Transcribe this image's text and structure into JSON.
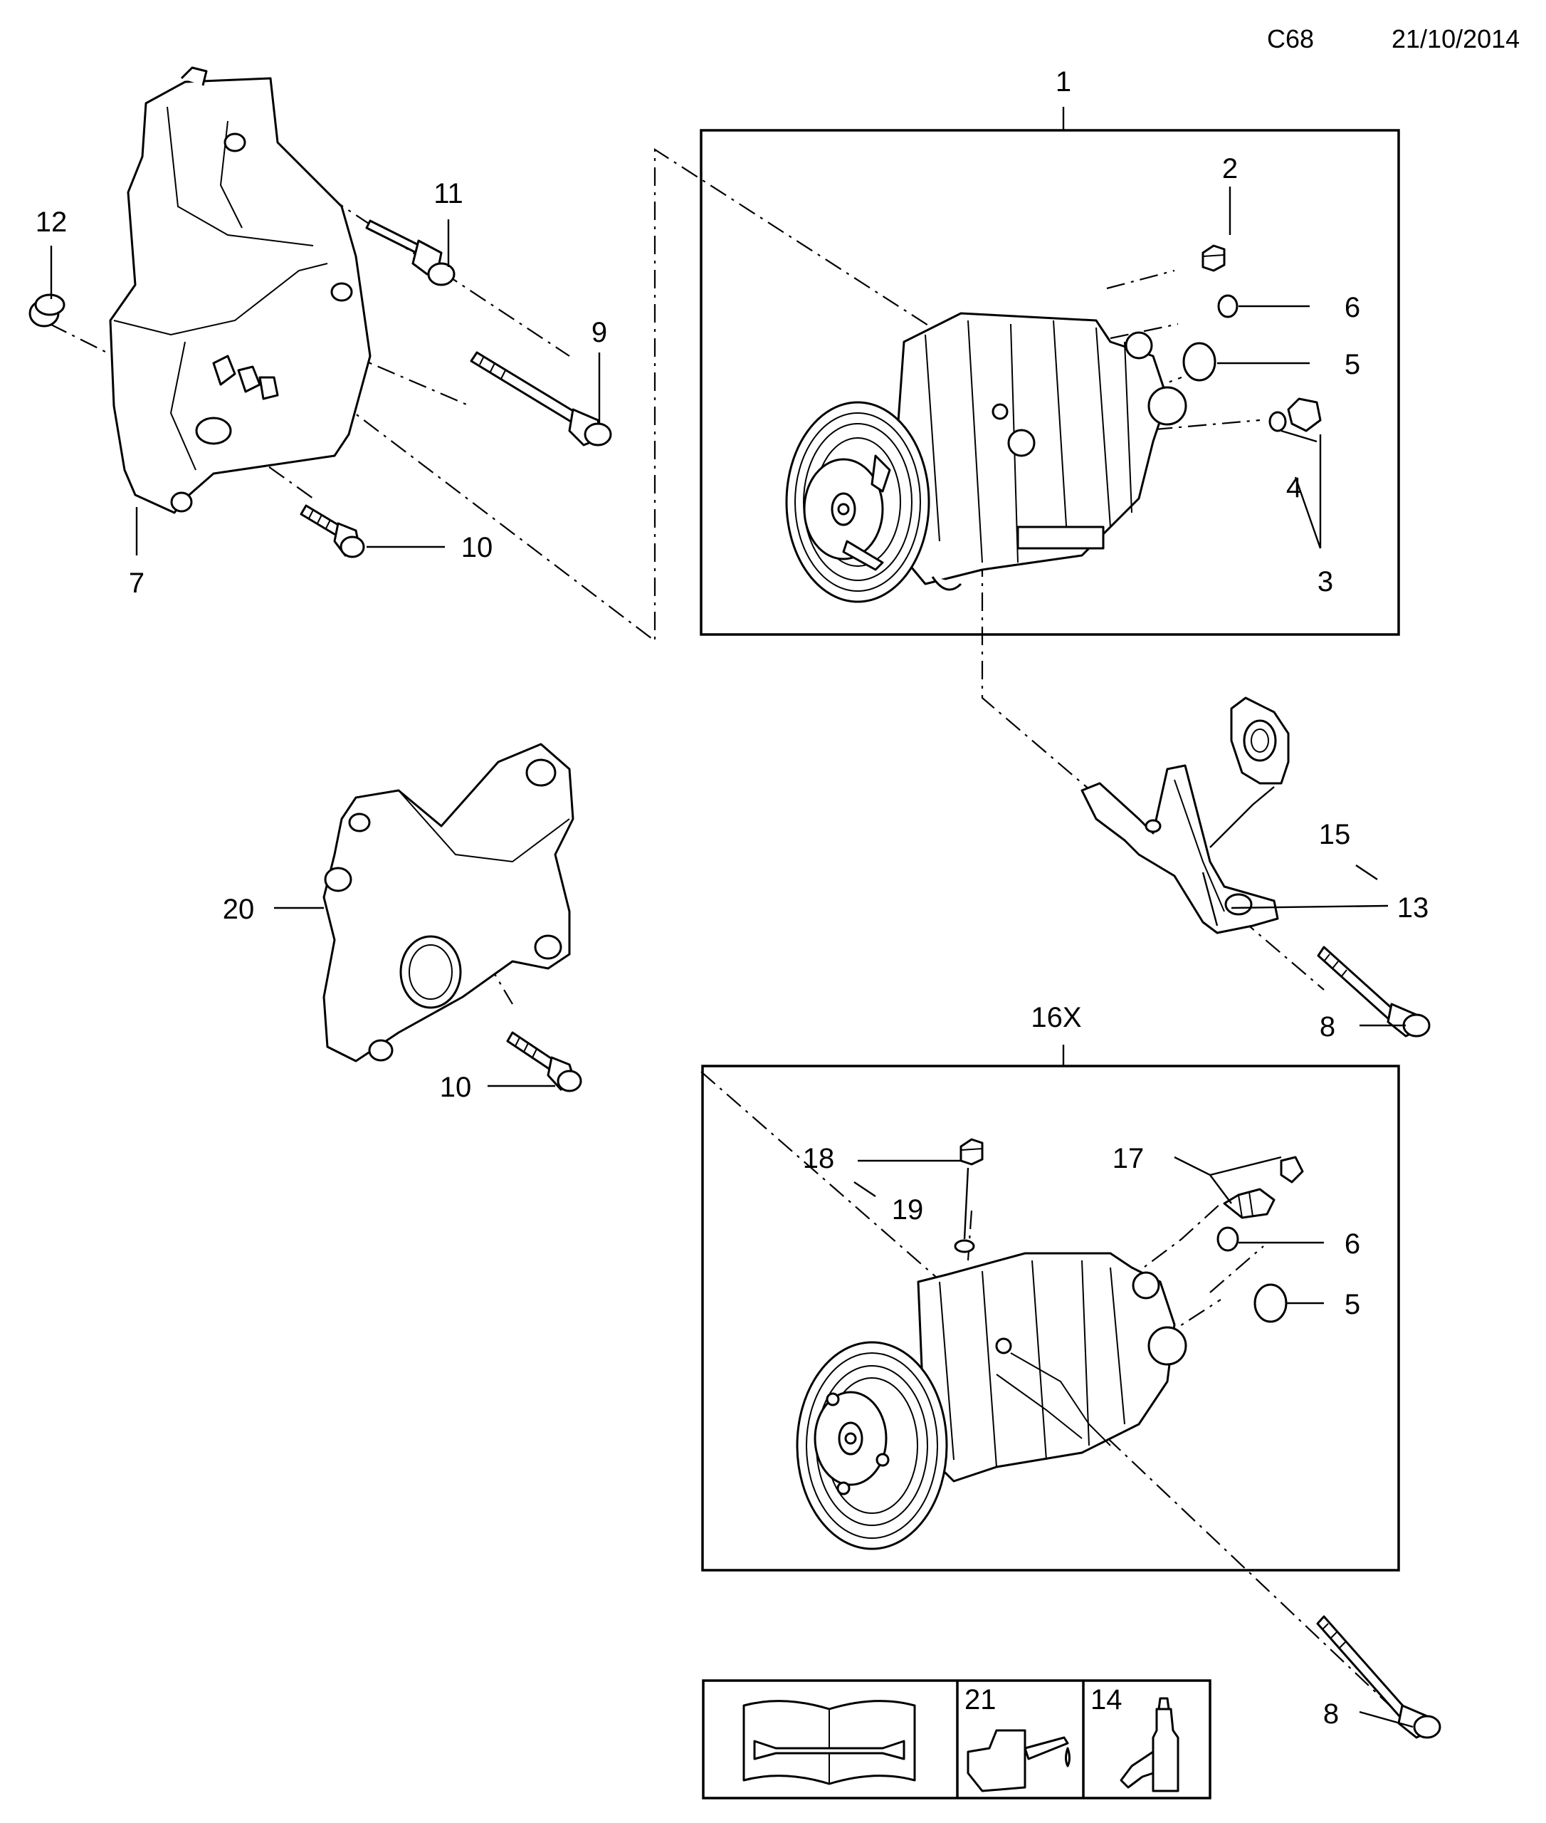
{
  "header": {
    "code": "C68",
    "date": "21/10/2014"
  },
  "callouts": {
    "c1": "1",
    "c2": "2",
    "c3": "3",
    "c4": "4",
    "c5a": "5",
    "c6a": "6",
    "c7": "7",
    "c8a": "8",
    "c9": "9",
    "c10a": "10",
    "c11": "11",
    "c12": "12",
    "c13": "13",
    "c15": "15",
    "c16x": "16X",
    "c17": "17",
    "c18": "18",
    "c19": "19",
    "c20": "20",
    "c10b": "10",
    "c6b": "6",
    "c5b": "5",
    "c8b": "8",
    "c21": "21",
    "c14": "14"
  },
  "icons": [
    "manual-book-icon",
    "oil-can-icon",
    "sealant-bottle-icon"
  ]
}
